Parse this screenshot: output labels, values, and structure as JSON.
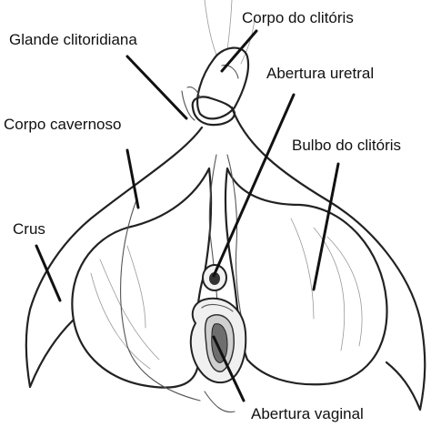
{
  "labels": {
    "corpo_clitoris": "Corpo do clitóris",
    "glande": "Glande clitoridiana",
    "abertura_uretral": "Abertura uretral",
    "corpo_cavernoso": "Corpo cavernoso",
    "bulbo": "Bulbo do clitóris",
    "crus": "Crus",
    "abertura_vaginal": "Abertura vaginal"
  }
}
